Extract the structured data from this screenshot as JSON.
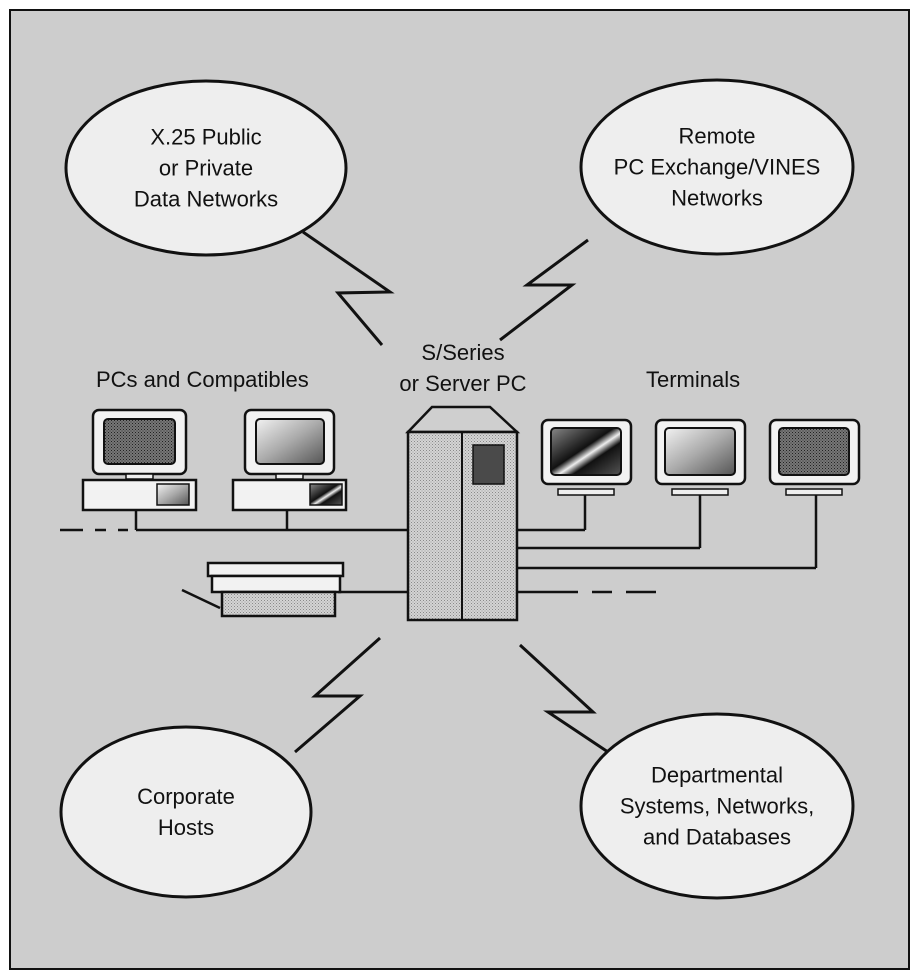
{
  "clouds": {
    "x25": {
      "lines": [
        "X.25 Public",
        "or Private",
        "Data Networks"
      ]
    },
    "remote": {
      "lines": [
        "Remote",
        "PC Exchange/VINES",
        "Networks"
      ]
    },
    "corporate": {
      "lines": [
        "Corporate",
        "Hosts"
      ]
    },
    "departmental": {
      "lines": [
        "Departmental",
        "Systems, Networks,",
        "and Databases"
      ]
    }
  },
  "labels": {
    "server_line1": "S/Series",
    "server_line2": "or Server PC",
    "pcs": "PCs and Compatibles",
    "terminals": "Terminals"
  },
  "colors": {
    "background": "#cdcdcd",
    "ellipse_fill": "#eeeeee",
    "server_fill": "#bdbdbd",
    "server_panel": "#4a4a4a",
    "line": "#111111"
  }
}
